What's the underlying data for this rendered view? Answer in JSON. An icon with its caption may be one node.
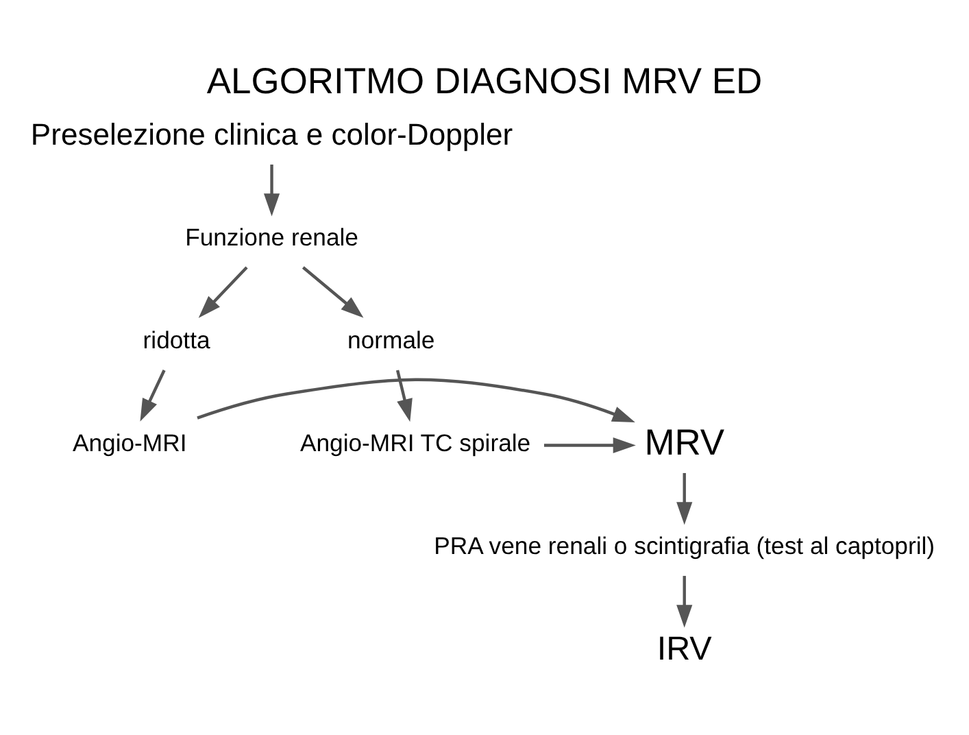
{
  "diagram": {
    "title": "ALGORITMO DIAGNOSI MRV ED",
    "nodes": [
      {
        "text": [
          "Preselezione clinica e color-Doppler"
        ]
      },
      {
        "text": [
          "Funzione renale"
        ]
      },
      {
        "text": [
          "ridotta"
        ]
      },
      {
        "text": [
          "normale"
        ]
      },
      {
        "text": [
          "Angio-MRI"
        ]
      },
      {
        "text": [
          "MRV"
        ]
      },
      {
        "text": [
          "Angio-MRI TC spirale"
        ]
      },
      {
        "text": [
          "PRA vene renali o scintigrafia (test al captopril)"
        ]
      },
      {
        "text": [
          "IRV"
        ]
      }
    ],
    "edges": [
      {
        "from": 0,
        "to": 1,
        "arrow": "to"
      },
      {
        "from": 1,
        "to": 2,
        "arrow": "to"
      },
      {
        "from": 1,
        "to": 3,
        "arrow": "to"
      },
      {
        "from": 2,
        "to": 4,
        "arrow": "to"
      },
      {
        "from": 3,
        "to": 6,
        "arrow": "to"
      },
      {
        "from": 4,
        "to": 5,
        "arrow": "to"
      },
      {
        "from": 6,
        "to": 5,
        "arrow": "to"
      },
      {
        "from": 5,
        "to": 7,
        "arrow": "to"
      },
      {
        "from": 7,
        "to": 8,
        "arrow": "to"
      }
    ]
  }
}
